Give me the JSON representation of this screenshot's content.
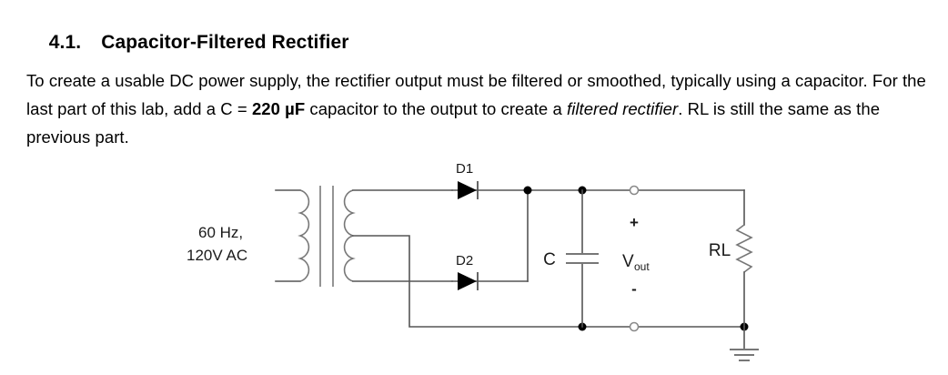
{
  "document": {
    "section_number": "4.1.",
    "section_title": "Capacitor-Filtered Rectifier",
    "paragraph": {
      "part1": "To create a usable DC power supply, the rectifier output must be filtered or smoothed, typically using a capacitor.  For the last part of this lab, add a C = ",
      "bold_value": "220 µF",
      "part2": " capacitor to the output to create a ",
      "italic_phrase": "filtered rectifier",
      "part3": ".  RL is still the same as the previous part."
    }
  },
  "circuit": {
    "title": "center-tapped full-wave rectifier with capacitor filter",
    "labels": {
      "source_line1": "60 Hz,",
      "source_line2": "120V AC",
      "diode1": "D1",
      "diode2": "D2",
      "capacitor": "C",
      "output_v": "V",
      "output_sub": "out",
      "plus": "+",
      "minus": "-",
      "load": "RL"
    },
    "components": [
      {
        "ref": "T1",
        "type": "transformer",
        "note": "center-tapped secondary, 4 coil turns each side"
      },
      {
        "ref": "D1",
        "type": "diode",
        "note": "upper rectifier diode, anode left"
      },
      {
        "ref": "D2",
        "type": "diode",
        "note": "lower rectifier diode, anode left"
      },
      {
        "ref": "C",
        "type": "capacitor",
        "value": "220 µF"
      },
      {
        "ref": "RL",
        "type": "resistor",
        "note": "load resistor, same as previous part"
      },
      {
        "ref": "GND",
        "type": "ground",
        "note": "earth ground at bottom of RL"
      }
    ],
    "terminals": [
      {
        "name": "vout-positive-terminal",
        "polarity": "+"
      },
      {
        "name": "vout-negative-terminal",
        "polarity": "-"
      }
    ],
    "colors": {
      "wire": "#555555",
      "coil": "#777777",
      "node": "#000000",
      "text": "#1a1a1a",
      "background": "#ffffff"
    }
  }
}
